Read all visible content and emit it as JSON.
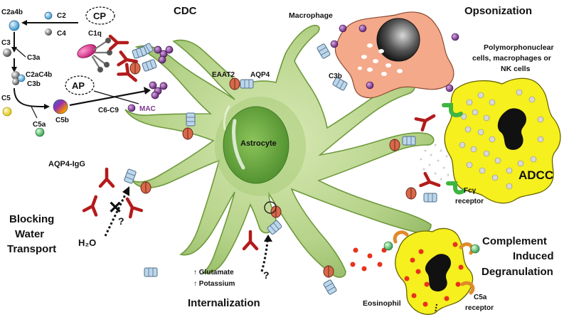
{
  "headings": {
    "cdc": "CDC",
    "opsonization": "Opsonization",
    "adcc": "ADCC",
    "blocking_line1": "Blocking",
    "blocking_line2": "Water",
    "blocking_line3": "Transport",
    "internalization": "Internalization",
    "complement_line1": "Complement",
    "complement_line2": "Induced",
    "complement_line3": "Degranulation"
  },
  "labels": {
    "c2a4b": "C2a4b",
    "c2": "C2",
    "cp": "CP",
    "c4": "C4",
    "c1q": "C1q",
    "c3": "C3",
    "c3a": "C3a",
    "c2ac4b": "C2aC4b",
    "c3b_cdc": "C3b",
    "ap": "AP",
    "c5": "C5",
    "c5b": "C5b",
    "c6c9": "C6-C9",
    "mac": "MAC",
    "c5a": "C5a",
    "macrophage": "Macrophage",
    "c3b_ops": "C3b",
    "eaat2": "EAAT2",
    "aqp4": "AQP4",
    "astrocyte": "Astrocyte",
    "pmn_line1": "Polymorphonuclear",
    "pmn_line2": "cells, macrophages or",
    "pmn_line3": "NK cells",
    "fcy": "Fcγ",
    "receptor": "receptor",
    "aqp4_igg": "AQP4-IgG",
    "water": "H₂O",
    "question1": "?",
    "question2": "?",
    "glutamate": "↑ Glutamate",
    "potassium": "↑ Potassium",
    "eosinophil": "Eosinophil",
    "c5a_receptor_line1": "C5a",
    "c5a_receptor_line2": "receptor",
    "block_x": "✕"
  },
  "colors": {
    "astrocyte_fill": "#b9d48a",
    "astrocyte_dark": "#6e9a3c",
    "nucleus": "#5fa03a",
    "antibody": "#b31b1b",
    "aqp4": "#bcd6ec",
    "eaat2": "#d9684a",
    "macrophage": "#f4a98a",
    "effector_cell": "#f5f01e",
    "mac_complex": "#7b3a8c",
    "fc_receptor": "#3fb53f",
    "granule": "#e8321e"
  }
}
